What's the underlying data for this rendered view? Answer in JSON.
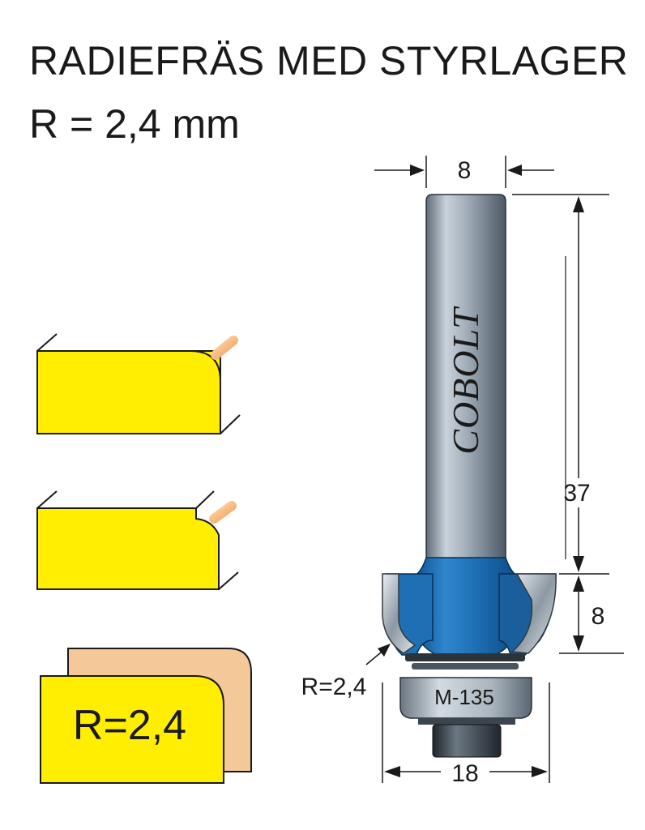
{
  "header": {
    "title": "RADIEFRÄS MED STYRLAGER",
    "subtitle": "R = 2,4 mm"
  },
  "tool": {
    "brand": "COBOLT",
    "model": "M-135"
  },
  "dimensions": {
    "shank_diameter": "8",
    "total_length": "37",
    "cutting_height": "8",
    "radius_label": "R=2,4",
    "cut_diameter": "18"
  },
  "profile": {
    "radius_label": "R=2,4"
  },
  "colors": {
    "workpiece": "#ffee00",
    "profile_shadow": "#f5c89a",
    "bit_body": "#1e6fb4",
    "shank": "#9aa7b3",
    "bearing": "#a9b4be"
  }
}
